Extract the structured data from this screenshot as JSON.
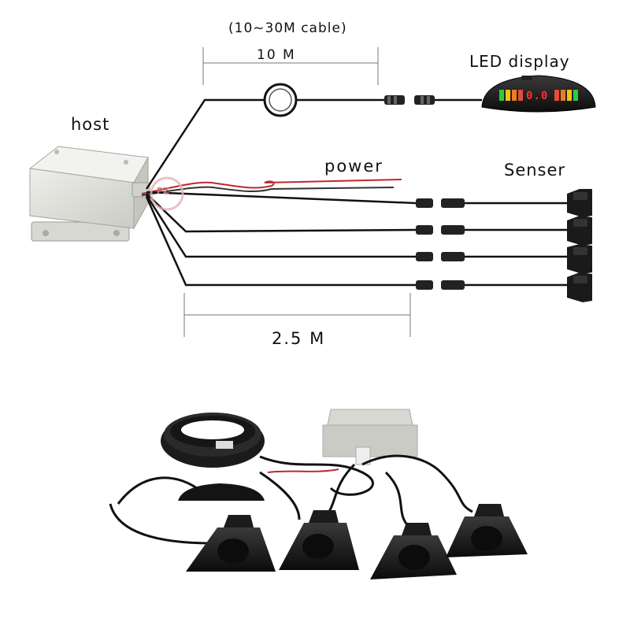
{
  "labels": {
    "cable_range": "(10~30M cable)",
    "main_cable_length": "10 M",
    "led_display": "LED display",
    "host": "host",
    "power": "power",
    "senser": "Senser",
    "sensor_cable_length": "2.5 M"
  },
  "led_display": {
    "readout": "0.0"
  },
  "watermark": "PZ",
  "colors": {
    "cable": "#111111",
    "power_red": "#c0272d",
    "host_box": "#e2e4de",
    "sensor_body": "#1a1a1a",
    "led_digits": "#ff3030"
  }
}
